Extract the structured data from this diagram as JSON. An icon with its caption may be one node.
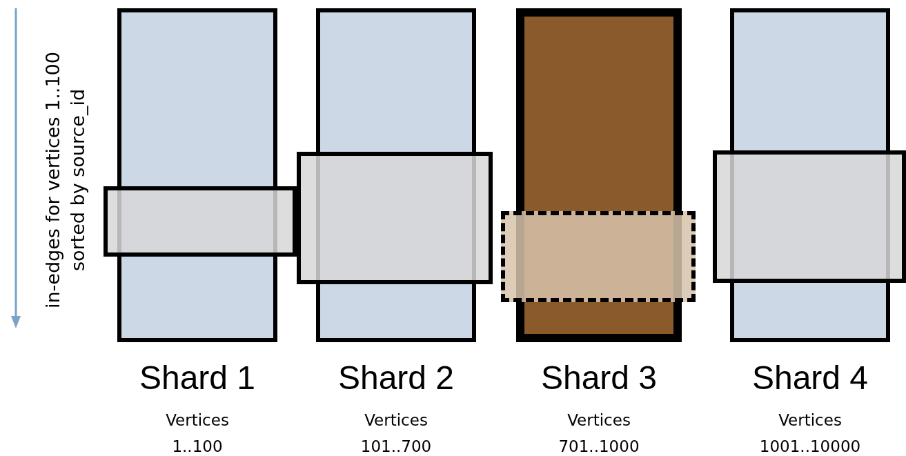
{
  "diagram": {
    "nodes": [
      {
        "text": [
          "Shard 1"
        ]
      },
      {
        "text": [
          "Shard 2"
        ]
      },
      {
        "text": [
          "Shard 3"
        ]
      },
      {
        "text": [
          "Shard 4"
        ]
      },
      {
        "text": [],
        "shape": "box"
      },
      {
        "text": [],
        "shape": "box"
      },
      {
        "text": [],
        "shape": "box"
      },
      {
        "text": [],
        "shape": "box"
      }
    ],
    "edges": [],
    "labels": [
      "in-edges for vertices 1..100 sorted by source_id",
      "Vertices 1..100",
      "Vertices 101..700",
      "Vertices 701..1000",
      "Vertices 1001..10000"
    ]
  }
}
